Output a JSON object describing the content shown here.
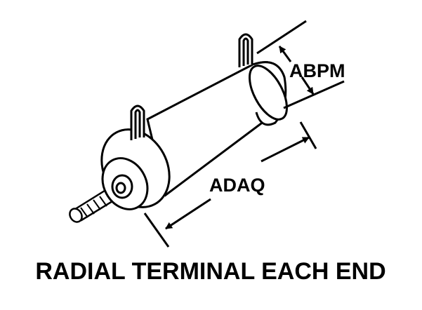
{
  "diagram": {
    "dimension_labels": {
      "end_length": "ABPM",
      "body_length": "ADAQ"
    },
    "caption": "RADIAL TERMINAL EACH END"
  }
}
